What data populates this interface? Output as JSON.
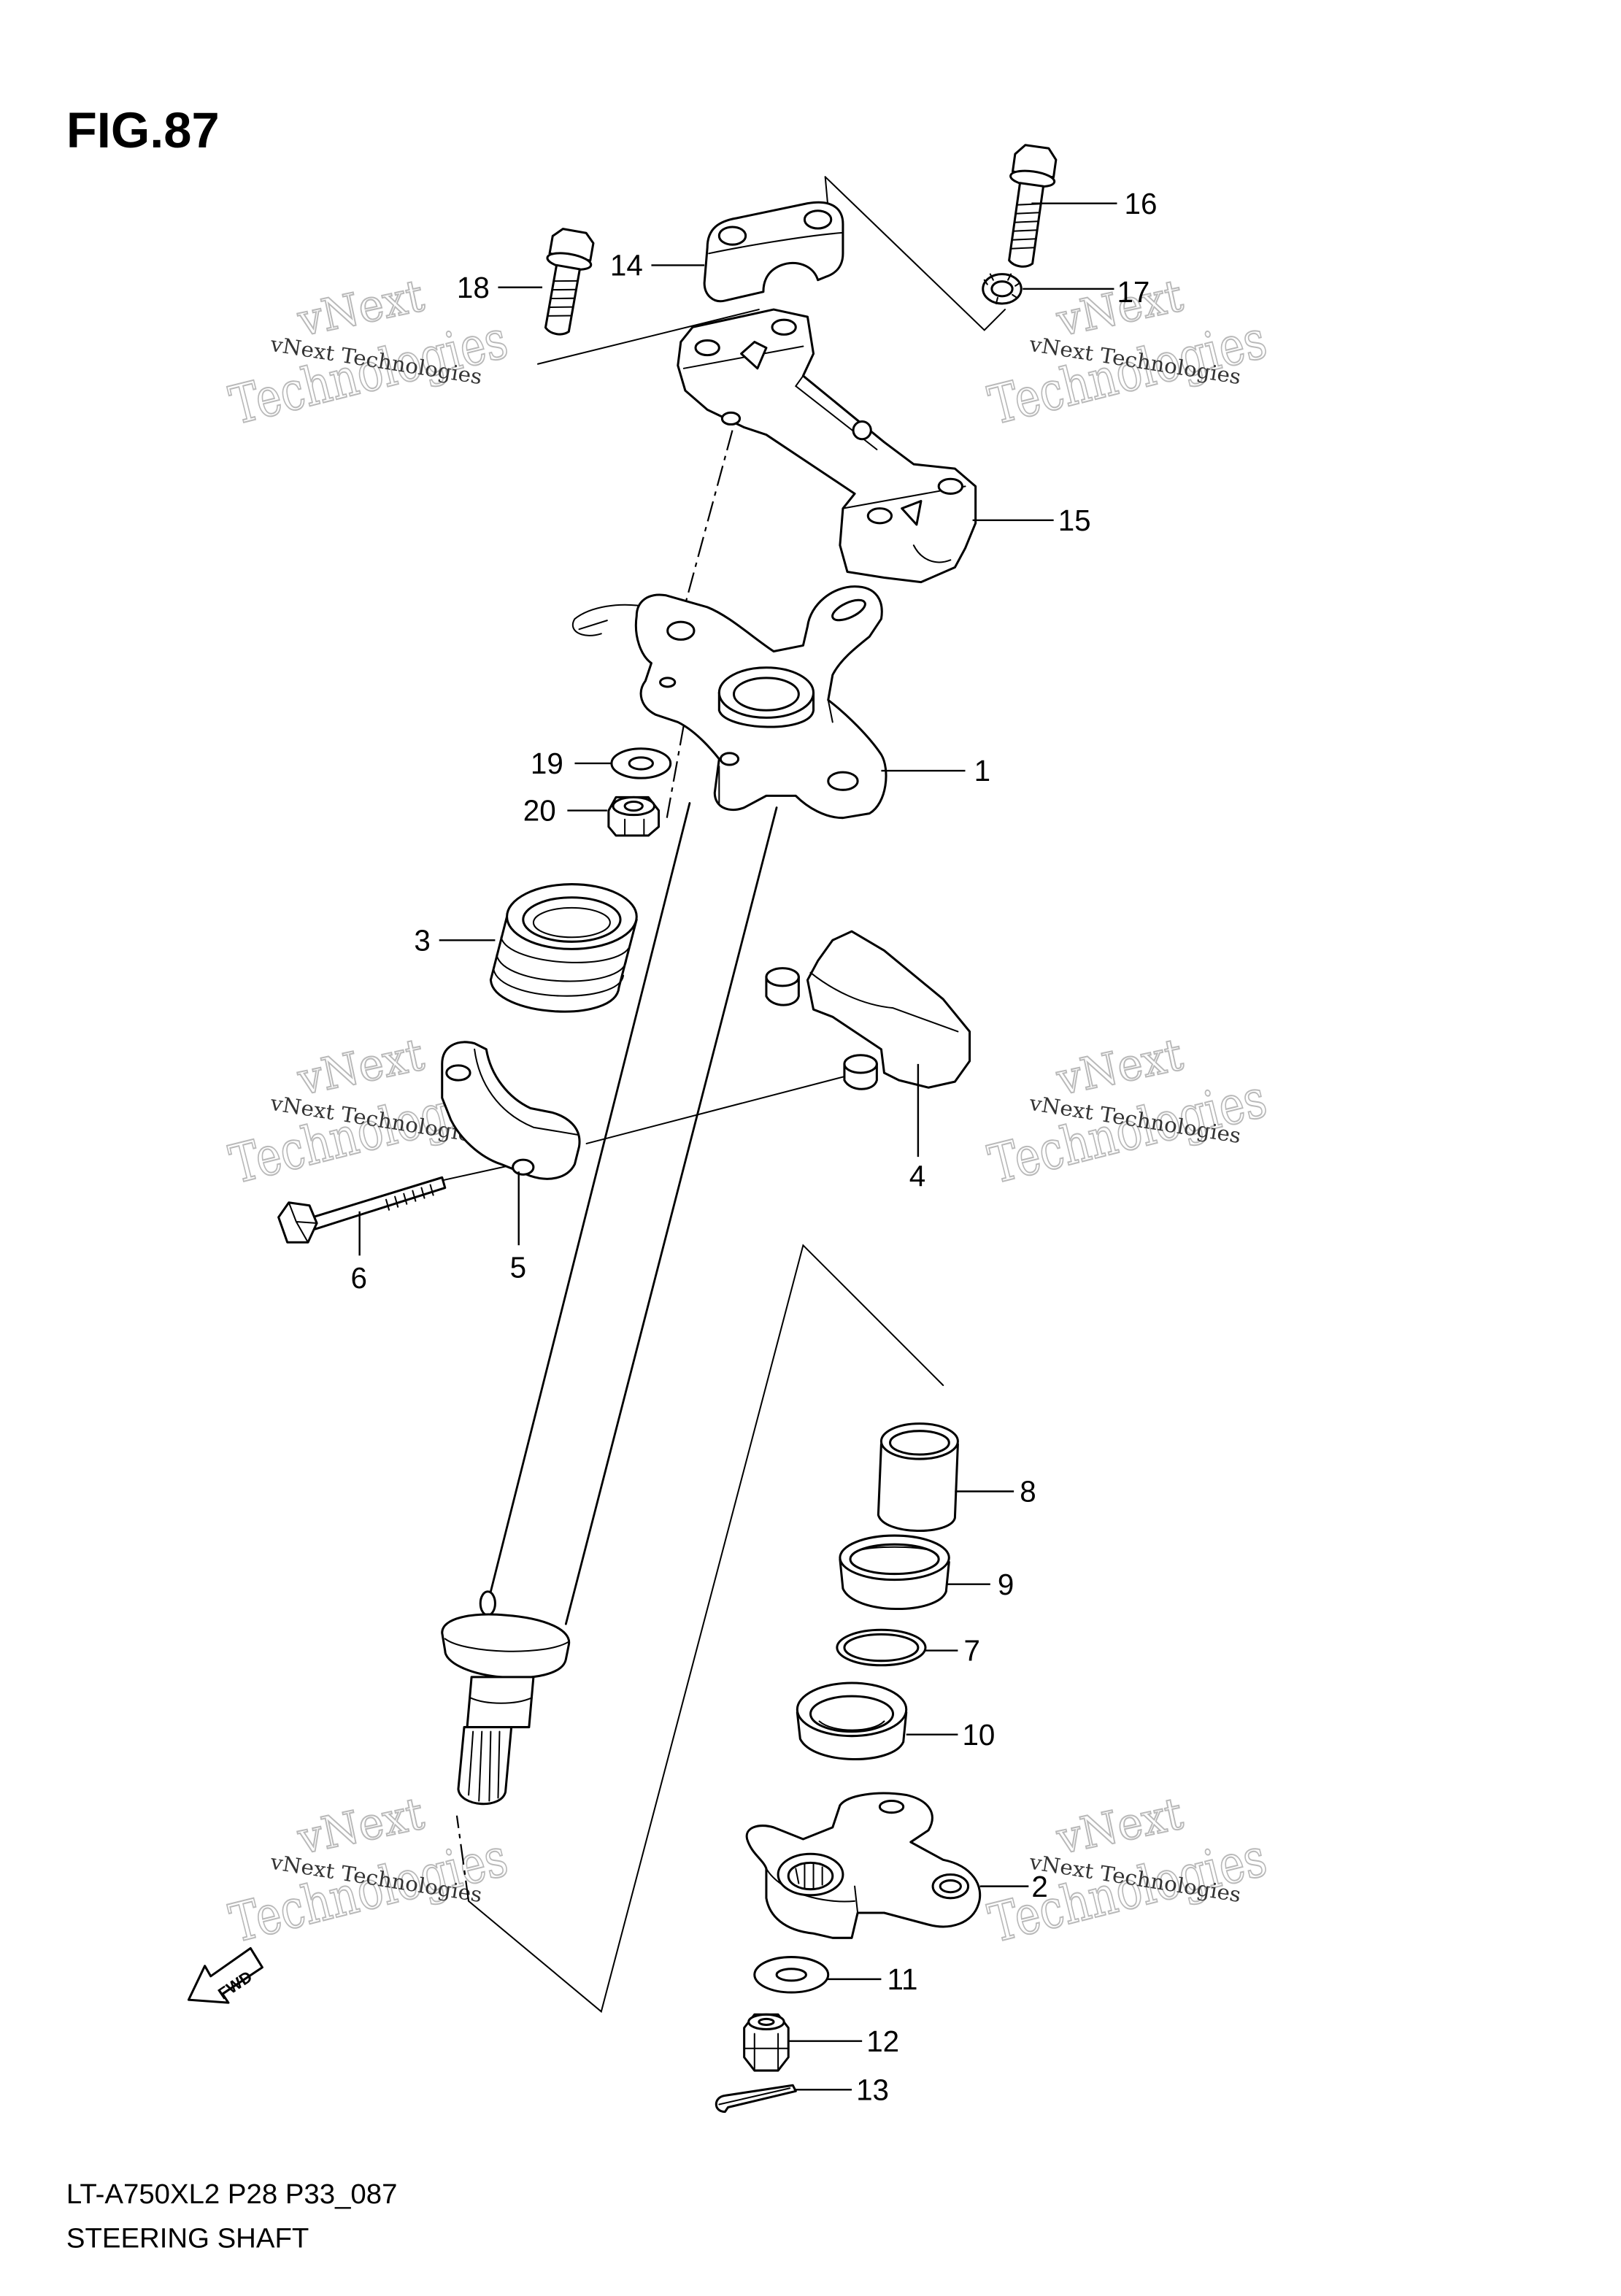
{
  "figure_title": "FIG.87",
  "footer": {
    "code": "LT-A750XL2 P28 P33_087",
    "title": "STEERING SHAFT"
  },
  "fwd_label": "FWD",
  "watermark": {
    "line": "vNext Technologies",
    "brand": "vNext",
    "company": "Technologies"
  },
  "callouts": {
    "p1": "1",
    "p2": "2",
    "p3": "3",
    "p4": "4",
    "p5": "5",
    "p6": "6",
    "p7": "7",
    "p8": "8",
    "p9": "9",
    "p10": "10",
    "p11": "11",
    "p12": "12",
    "p13": "13",
    "p14": "14",
    "p15": "15",
    "p16": "16",
    "p17": "17",
    "p18": "18",
    "p19": "19",
    "p20": "20"
  },
  "colors": {
    "line": "#000000",
    "background": "#ffffff",
    "watermark_outline": "#b9b9b9",
    "watermark_text": "#333333"
  }
}
